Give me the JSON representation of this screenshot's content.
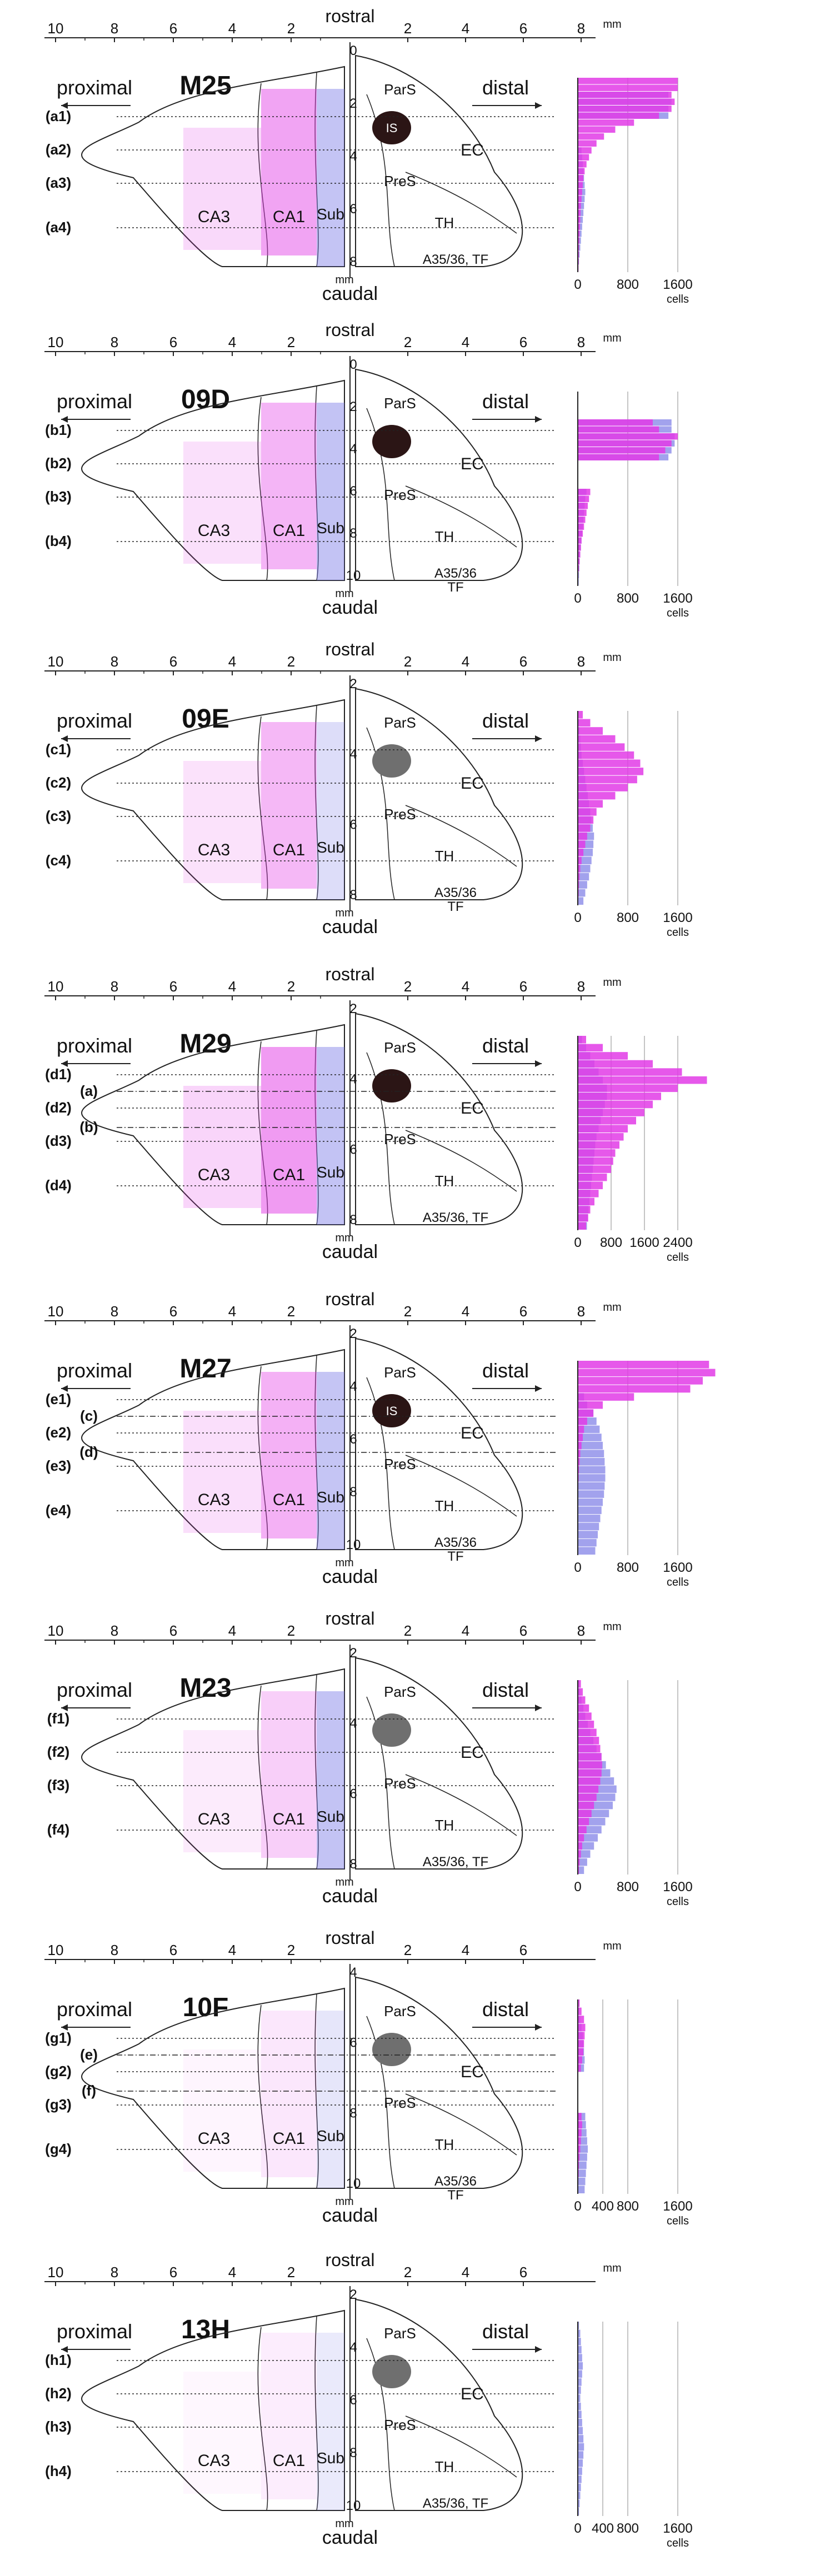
{
  "common": {
    "rostral": "rostral",
    "caudal": "caudal",
    "proximal": "proximal",
    "distal": "distal",
    "mm": "mm",
    "cells": "cells",
    "regions_left": [
      "CA3",
      "CA1",
      "Sub"
    ],
    "regions_right": [
      "ParS",
      "PreS",
      "EC",
      "TH"
    ],
    "left_ticks": [
      "10",
      "8",
      "6",
      "4",
      "2"
    ],
    "right_ticks": [
      "2",
      "4",
      "6",
      "8"
    ],
    "right_ticks_short": [
      "2",
      "4",
      "6"
    ]
  },
  "colors": {
    "magenta": "#e23be6",
    "blue": "#7a7ae6",
    "lavender": "#b9a6f2",
    "injection_dark": "#2b1515",
    "injection_gray": "#6f6f6f",
    "outline": "#222222"
  },
  "panels": [
    {
      "id": "M25",
      "levels": [
        "(a1)",
        "(a2)",
        "(a3)",
        "(a4)"
      ],
      "depth_ticks": [
        "0",
        "2",
        "4",
        "6",
        "8"
      ],
      "extra_labels": [
        "IS"
      ],
      "bottom_label": "A35/36, TF",
      "histogram": {
        "ticks": [
          "0",
          "800",
          "1600"
        ]
      }
    },
    {
      "id": "09D",
      "levels": [
        "(b1)",
        "(b2)",
        "(b3)",
        "(b4)"
      ],
      "depth_ticks": [
        "0",
        "2",
        "4",
        "6",
        "8",
        "10"
      ],
      "extra_labels": [],
      "bottom_label": "A35/36",
      "bottom_label_2": "TF",
      "histogram": {
        "ticks": [
          "0",
          "800",
          "1600"
        ]
      }
    },
    {
      "id": "09E",
      "levels": [
        "(c1)",
        "(c2)",
        "(c3)",
        "(c4)"
      ],
      "depth_ticks": [
        "2",
        "4",
        "6",
        "8"
      ],
      "extra_labels": [],
      "bottom_label": "A35/36",
      "bottom_label_2": "TF",
      "histogram": {
        "ticks": [
          "0",
          "800",
          "1600"
        ]
      }
    },
    {
      "id": "M29",
      "levels": [
        "(d1)",
        "(d2)",
        "(d3)",
        "(d4)"
      ],
      "cut_labels": [
        "(a)",
        "(b)"
      ],
      "depth_ticks": [
        "2",
        "4",
        "6",
        "8"
      ],
      "extra_labels": [],
      "bottom_label": "A35/36, TF",
      "histogram": {
        "ticks": [
          "0",
          "800",
          "1600",
          "2400"
        ]
      }
    },
    {
      "id": "M27",
      "levels": [
        "(e1)",
        "(e2)",
        "(e3)",
        "(e4)"
      ],
      "cut_labels": [
        "(c)",
        "(d)"
      ],
      "depth_ticks": [
        "2",
        "4",
        "6",
        "8",
        "10"
      ],
      "extra_labels": [
        "IS"
      ],
      "bottom_label": "A35/36",
      "bottom_label_2": "TF",
      "histogram": {
        "ticks": [
          "0",
          "800",
          "1600"
        ]
      }
    },
    {
      "id": "M23",
      "levels": [
        "(f1)",
        "(f2)",
        "(f3)",
        "(f4)"
      ],
      "depth_ticks": [
        "2",
        "4",
        "6",
        "8"
      ],
      "extra_labels": [],
      "bottom_label": "A35/36, TF",
      "histogram": {
        "ticks": [
          "0",
          "800",
          "1600"
        ]
      }
    },
    {
      "id": "10F",
      "levels": [
        "(g1)",
        "(g2)",
        "(g3)",
        "(g4)"
      ],
      "cut_labels": [
        "(e)",
        "(f)"
      ],
      "depth_ticks": [
        "4",
        "6",
        "8",
        "10"
      ],
      "extra_labels": [],
      "bottom_label": "A35/36",
      "bottom_label_2": "TF",
      "histogram": {
        "ticks": [
          "0",
          "400",
          "800",
          "1600"
        ]
      }
    },
    {
      "id": "13H",
      "levels": [
        "(h1)",
        "(h2)",
        "(h3)",
        "(h4)"
      ],
      "depth_ticks": [
        "2",
        "4",
        "6",
        "8",
        "10"
      ],
      "extra_labels": [],
      "bottom_label": "A35/36, TF",
      "histogram": {
        "ticks": [
          "0",
          "400",
          "800",
          "1600"
        ]
      }
    }
  ],
  "histogram_bars": {
    "M25": {
      "magenta": [
        1600,
        1600,
        1500,
        1550,
        1500,
        1300,
        900,
        600,
        420,
        300,
        220,
        180,
        140,
        110,
        90,
        80,
        70,
        60,
        50,
        45,
        40,
        35,
        30,
        25,
        20,
        18,
        15,
        12
      ],
      "blue": [
        0,
        0,
        1450,
        1500,
        1450,
        1450,
        0,
        0,
        0,
        0,
        60,
        70,
        80,
        90,
        100,
        110,
        120,
        110,
        100,
        90,
        80,
        70,
        60,
        50,
        40,
        30,
        20,
        10
      ]
    },
    "09D": {
      "magenta": [
        0,
        0,
        0,
        0,
        1200,
        1300,
        1600,
        1500,
        1400,
        1300,
        0,
        0,
        0,
        0,
        200,
        180,
        160,
        140,
        120,
        100,
        80,
        60,
        50,
        40,
        30,
        20,
        10,
        5
      ],
      "blue": [
        0,
        0,
        0,
        0,
        1500,
        1500,
        1550,
        1550,
        1500,
        1450,
        0,
        0,
        0,
        0,
        140,
        120,
        110,
        100,
        90,
        80,
        70,
        60,
        50,
        40,
        30,
        25,
        20,
        15
      ]
    },
    "09E": {
      "magenta": [
        80,
        200,
        400,
        600,
        750,
        900,
        1000,
        1050,
        950,
        800,
        600,
        400,
        300,
        250,
        200,
        150,
        120,
        90,
        60,
        40,
        30,
        20,
        15,
        10
      ],
      "blue": [
        10,
        20,
        30,
        40,
        50,
        60,
        80,
        100,
        120,
        140,
        160,
        180,
        200,
        220,
        240,
        260,
        250,
        240,
        220,
        200,
        180,
        150,
        120,
        90
      ]
    },
    "M29": {
      "magenta": [
        200,
        600,
        1200,
        1800,
        2500,
        3100,
        2400,
        2000,
        1800,
        1600,
        1400,
        1200,
        1100,
        1000,
        900,
        850,
        800,
        700,
        600,
        500,
        400,
        300,
        250,
        200
      ],
      "blue": [
        100,
        200,
        300,
        400,
        500,
        600,
        700,
        700,
        650,
        600,
        550,
        500,
        450,
        420,
        400,
        380,
        360,
        340,
        320,
        300,
        280,
        260,
        240,
        220
      ]
    },
    "M27": {
      "magenta": [
        2100,
        2200,
        2000,
        1800,
        900,
        400,
        250,
        150,
        100,
        80,
        60,
        40,
        30,
        20,
        15,
        10,
        8,
        6,
        5,
        4,
        3,
        2,
        1,
        0
      ],
      "blue": [
        0,
        0,
        0,
        0,
        100,
        150,
        250,
        300,
        350,
        380,
        400,
        420,
        430,
        440,
        440,
        430,
        420,
        400,
        380,
        360,
        340,
        320,
        300,
        280
      ]
    },
    "M23": {
      "magenta": [
        50,
        80,
        120,
        180,
        220,
        260,
        300,
        340,
        360,
        380,
        390,
        380,
        360,
        330,
        300,
        260,
        220,
        180,
        140,
        100,
        70,
        50,
        30,
        20
      ],
      "blue": [
        20,
        40,
        60,
        90,
        120,
        160,
        200,
        250,
        300,
        380,
        450,
        520,
        580,
        620,
        600,
        560,
        500,
        440,
        380,
        320,
        260,
        200,
        150,
        100
      ]
    },
    "10F": {
      "magenta": [
        30,
        60,
        100,
        120,
        110,
        100,
        90,
        70,
        50,
        0,
        0,
        0,
        0,
        0,
        60,
        70,
        60,
        50,
        40,
        30,
        20,
        15,
        10,
        5
      ],
      "blue": [
        10,
        20,
        40,
        60,
        80,
        90,
        100,
        110,
        100,
        0,
        0,
        0,
        0,
        0,
        120,
        130,
        140,
        150,
        160,
        150,
        140,
        130,
        120,
        110
      ]
    },
    "13H": {
      "magenta": [
        0,
        0,
        0,
        0,
        0,
        0,
        0,
        0,
        0,
        0,
        0,
        0,
        0,
        0,
        0,
        0,
        0,
        0,
        0,
        0,
        0,
        0,
        0,
        0
      ],
      "blue": [
        20,
        40,
        50,
        60,
        70,
        80,
        70,
        60,
        50,
        40,
        50,
        60,
        70,
        80,
        90,
        100,
        90,
        80,
        70,
        60,
        50,
        40,
        30,
        20
      ]
    }
  }
}
